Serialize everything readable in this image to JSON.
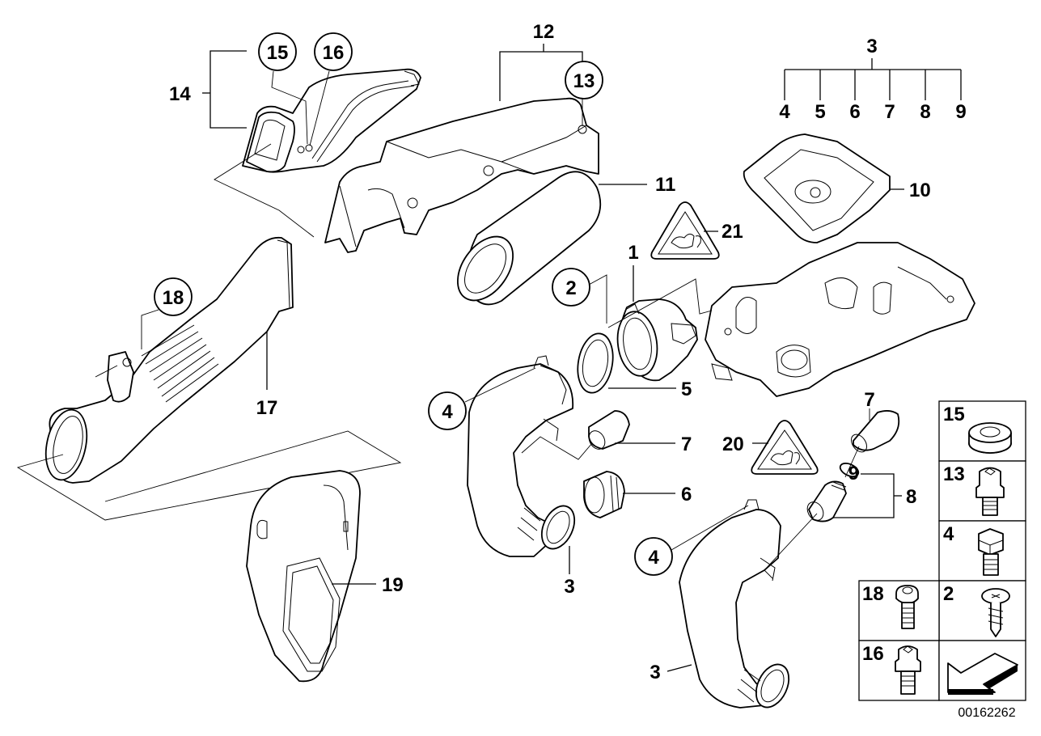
{
  "diagram": {
    "title": "Intake silencer / filter cartridge / hot-film air mass meter",
    "document_number": "00162262",
    "group_labels": {
      "group_3": {
        "label": "3",
        "children": [
          "4",
          "5",
          "6",
          "7",
          "8",
          "9"
        ]
      },
      "group_12": {
        "label": "12"
      },
      "group_14": {
        "label": "14"
      },
      "group_8": {
        "label": "8"
      }
    },
    "callouts": {
      "c1": "1",
      "c2": "2",
      "c3a": "3",
      "c3b": "3",
      "c4a": "4",
      "c4b": "4",
      "c5": "5",
      "c6": "6",
      "c7a": "7",
      "c7b": "7",
      "c9": "9",
      "c10": "10",
      "c11": "11",
      "c13": "13",
      "c15": "15",
      "c16": "16",
      "c17": "17",
      "c18": "18",
      "c19": "19",
      "c20": "20",
      "c21": "21"
    },
    "legend": [
      {
        "number": "15",
        "part": "plug-icon"
      },
      {
        "number": "13",
        "part": "hex-socket-screw-icon"
      },
      {
        "number": "4",
        "part": "hex-bolt-icon"
      },
      {
        "number": "2",
        "part": "tapping-screw-icon"
      },
      {
        "number": "18",
        "part": "torx-screw-icon"
      },
      {
        "number": "16",
        "part": "socket-cap-screw-icon"
      },
      {
        "number": "",
        "part": "direction-arrow-icon"
      }
    ]
  }
}
